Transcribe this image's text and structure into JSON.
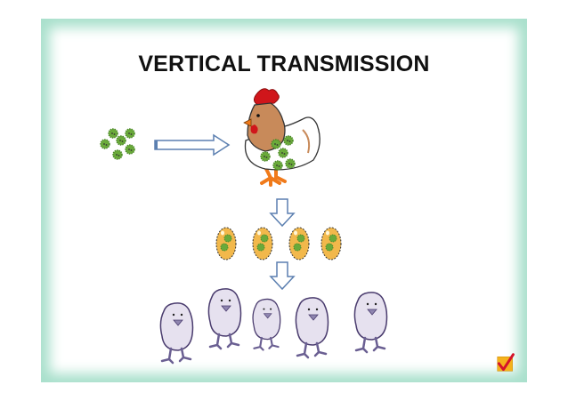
{
  "slide": {
    "title": "VERTICAL TRANSMISSION",
    "frame_color": "#a9e0cc",
    "background": "#ffffff"
  },
  "diagram": {
    "nodes": [
      {
        "id": "pathogens",
        "label": "",
        "icon": "green-virus-cluster-icon",
        "count": 6
      },
      {
        "id": "hen",
        "label": "",
        "icon": "hen-icon",
        "infected": true
      },
      {
        "id": "eggs",
        "label": "",
        "icon": "egg-icon",
        "count": 4,
        "infected": true
      },
      {
        "id": "chicks",
        "label": "",
        "icon": "chick-icon",
        "count": 5
      }
    ],
    "edges": [
      {
        "from": "pathogens",
        "to": "hen",
        "direction": "right"
      },
      {
        "from": "hen",
        "to": "eggs",
        "direction": "down"
      },
      {
        "from": "eggs",
        "to": "chicks",
        "direction": "down"
      }
    ],
    "colors": {
      "virus": "#6aaa3a",
      "arrow_outline": "#5b7fb0",
      "egg": "#f2b84b",
      "hen_body": "#c88a5a",
      "comb": "#d0161b",
      "feet": "#f07a1a",
      "chick": "#e6e1ef",
      "chick_outline": "#4a3c6e",
      "checkbox_fill": "#f5b21c",
      "checkmark": "#d4142a"
    }
  },
  "corner_icon": "checkmark-icon"
}
